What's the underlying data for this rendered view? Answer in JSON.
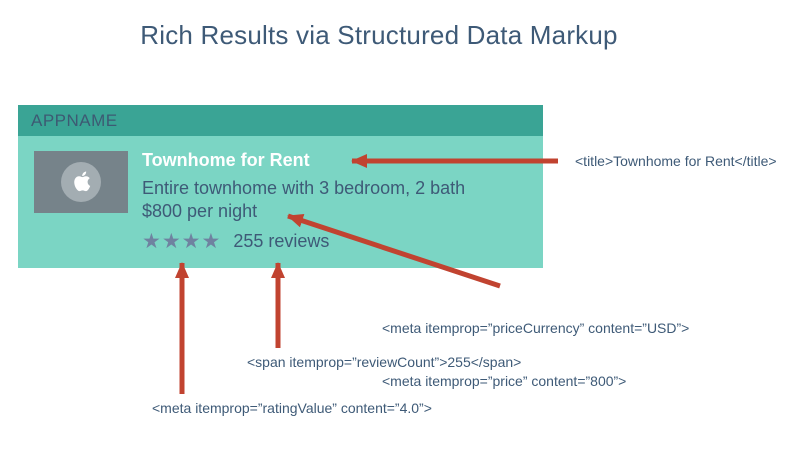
{
  "page_title": "Rich Results via Structured Data Markup",
  "card": {
    "header_label": "APPNAME",
    "listing": {
      "title": "Townhome for Rent",
      "description": "Entire townhome with 3 bedroom, 2 bath",
      "price": "$800 per night",
      "stars": "★★★★",
      "rating_value_shown_as_stars": "4 of 4 stars drawn",
      "reviews": "255 reviews"
    }
  },
  "annotations": {
    "title_tag": "<title>Townhome for Rent</title>",
    "price_currency_meta": "<meta itemprop=”priceCurrency” content=”USD”>",
    "price_meta": "<meta itemprop=”price” content=”800”>",
    "review_count_span": "<span itemprop=”reviewCount”>255</span>",
    "rating_value_meta": "<meta itemprop=”ratingValue” content=”4.0”>"
  },
  "icons": {
    "app_icon": "apple-logo-icon",
    "star_icon": "star-icon"
  },
  "colors": {
    "card_header_teal": "#3AA495",
    "card_body_teal": "#7BD5C4",
    "arrow_red": "#C14330",
    "text_dark_blue": "#3E5A77",
    "star_slate": "#6F82A0",
    "icon_box_gray": "#76838A",
    "icon_circle_gray": "#A3ADB2",
    "listing_title_white": "#FFFFFF"
  }
}
